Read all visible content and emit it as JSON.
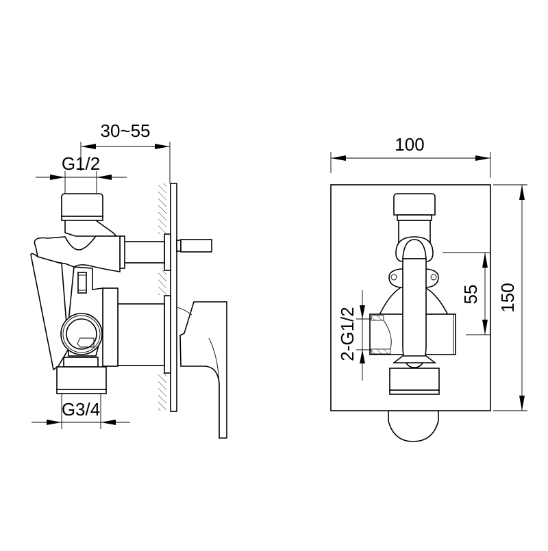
{
  "drawing": {
    "side_view": {
      "dimensions": {
        "wall_depth": "30~55",
        "top_inlet": "G1/2",
        "bottom_outlet": "G3/4"
      }
    },
    "front_view": {
      "dimensions": {
        "plate_width": "100",
        "plate_height": "150",
        "center_spacing": "55",
        "side_ports": "2-G1/2"
      }
    },
    "colors": {
      "line": "#000000",
      "background": "#ffffff"
    }
  }
}
